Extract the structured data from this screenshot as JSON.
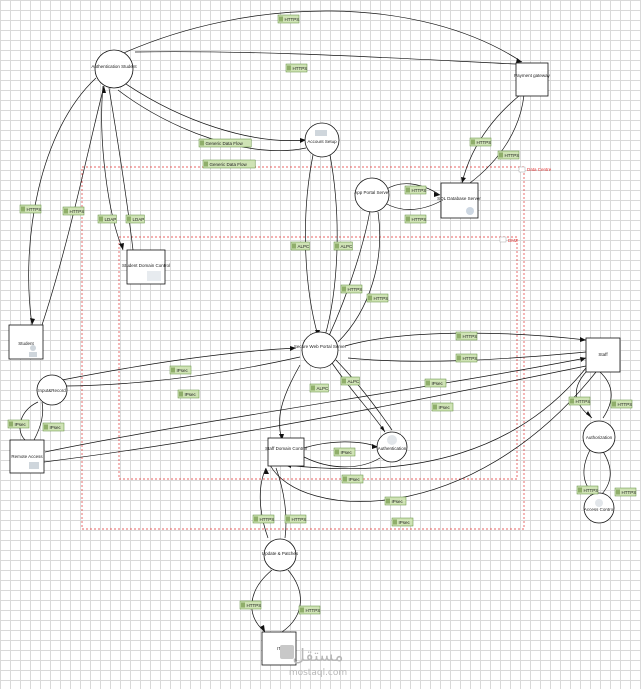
{
  "boundaries": {
    "data_centre": "Data Centre",
    "dmz": "DMZ"
  },
  "nodes": {
    "authentication_student": "Authentication Student",
    "payment_gateway": "Payment gateway",
    "account_setup": "Account Setup",
    "app_portal_server": "App Portal Server",
    "sql_database_server": "SQL Database Server",
    "student_domain_control": "Student Domain Control",
    "student": "Student",
    "secure_web_portal_server": "Secure Web Portal Server",
    "staff": "Staff",
    "input_and_record": "Input&Record",
    "remote_access": "Remote Access",
    "authorization": "Authorization",
    "staff_domain_control": "Staff Domain Control",
    "authentication": "Authentication",
    "access_control": "Access Control",
    "update_patches": "Update & Patches",
    "it": "IT"
  },
  "flows": {
    "https": "HTTPS",
    "ldap": "LDAP",
    "alpc": "ALPC",
    "ipsec": "IPsec",
    "generic_data_flow": "Generic Data Flow"
  },
  "watermark": {
    "arabic": "مستقل",
    "latin": "mostaql.com"
  },
  "colors": {
    "line": "#111111",
    "boundary": "#e03030",
    "label_fill": "#cfe3b5",
    "label_border": "#5e8c3a",
    "grid": "#d9d9d9"
  }
}
